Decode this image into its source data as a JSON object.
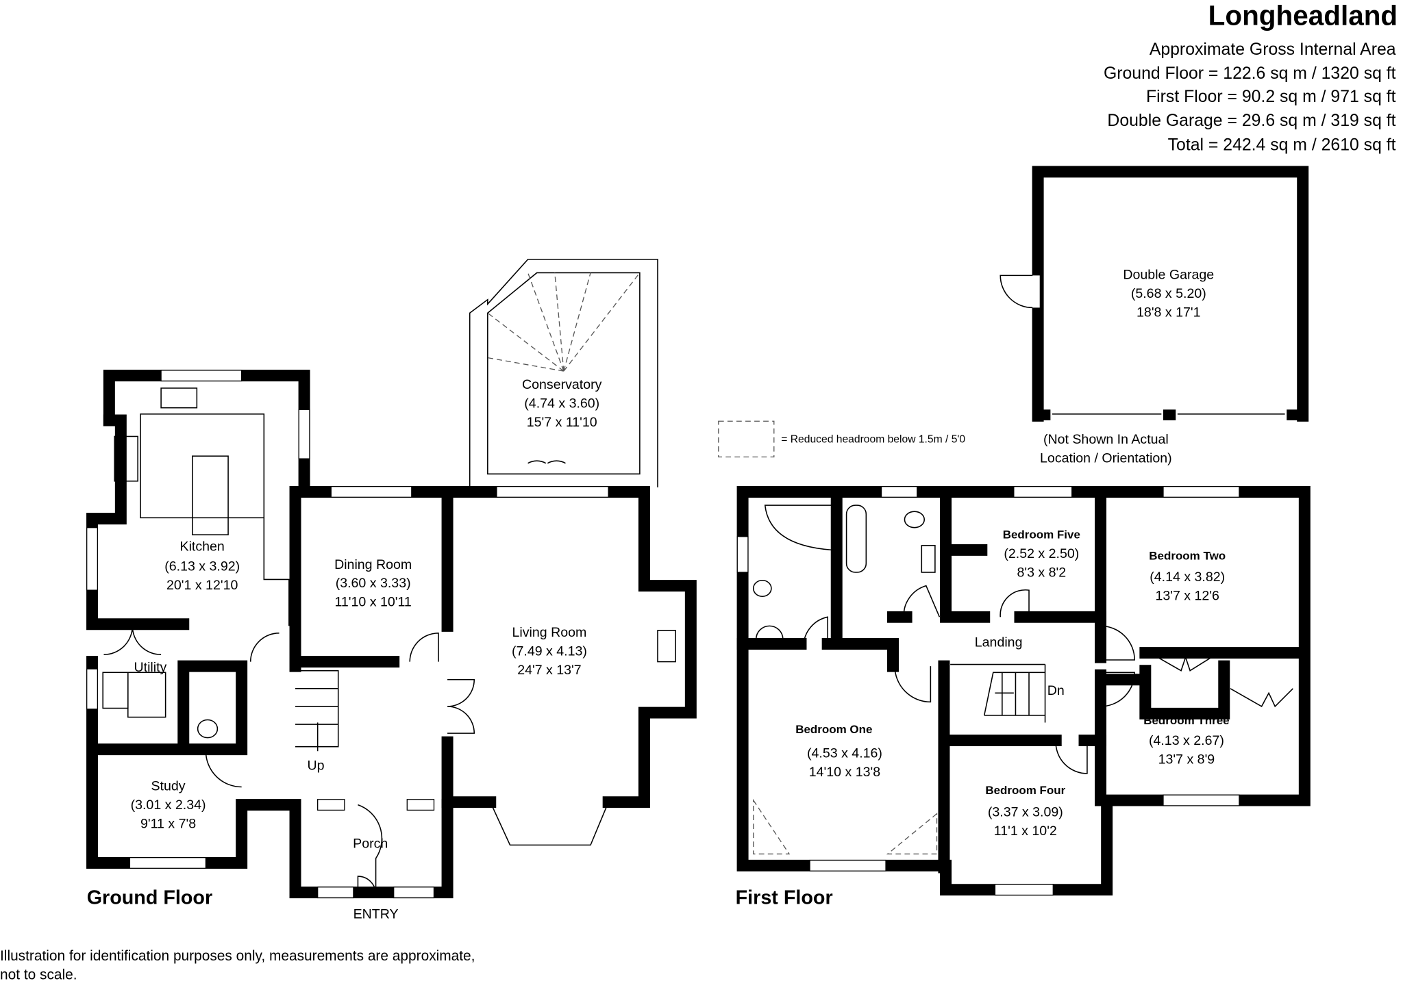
{
  "title": "Longheadland",
  "areas": {
    "heading": "Approximate Gross Internal Area",
    "ground": "Ground Floor = 122.6 sq m / 1320 sq ft",
    "first": "First Floor = 90.2 sq m / 971 sq ft",
    "garage": "Double Garage = 29.6 sq m / 319 sq ft",
    "total": "Total = 242.4 sq m / 2610 sq ft"
  },
  "ground_floor": {
    "label": "Ground Floor",
    "entry": "ENTRY",
    "up": "Up",
    "rooms": [
      {
        "name": "Kitchen",
        "metric": "(6.13 x 3.92)",
        "imperial": "20'1 x 12'10"
      },
      {
        "name": "Dining Room",
        "metric": "(3.60 x 3.33)",
        "imperial": "11'10 x 10'11"
      },
      {
        "name": "Living Room",
        "metric": "(7.49 x 4.13)",
        "imperial": "24'7 x 13'7"
      },
      {
        "name": "Conservatory",
        "metric": "(4.74 x 3.60)",
        "imperial": "15'7 x 11'10"
      },
      {
        "name": "Study",
        "metric": "(3.01 x 2.34)",
        "imperial": "9'11 x 7'8"
      },
      {
        "name": "Utility"
      },
      {
        "name": "Porch"
      }
    ]
  },
  "first_floor": {
    "label": "First Floor",
    "down": "Dn",
    "rooms": [
      {
        "name": "Bedroom One",
        "metric": "(4.53 x 4.16)",
        "imperial": "14'10 x 13'8"
      },
      {
        "name": "Bedroom Two",
        "metric": "(4.14 x 3.82)",
        "imperial": "13'7 x 12'6"
      },
      {
        "name": "Bedroom Three",
        "metric": "(4.13 x 2.67)",
        "imperial": "13'7 x 8'9"
      },
      {
        "name": "Bedroom Four",
        "metric": "(3.37 x 3.09)",
        "imperial": "11'1 x 10'2"
      },
      {
        "name": "Bedroom Five",
        "metric": "(2.52 x 2.50)",
        "imperial": "8'3 x 8'2"
      },
      {
        "name": "Landing"
      }
    ]
  },
  "garage": {
    "name": "Double Garage",
    "metric": "(5.68 x 5.20)",
    "imperial": "18'8 x 17'1",
    "note1": "(Not Shown In Actual",
    "note2": "Location / Orientation)"
  },
  "legend": "= Reduced headroom below 1.5m / 5'0",
  "disclaimer1": "Illustration for identification purposes only, measurements are approximate,",
  "disclaimer2": "not to scale."
}
